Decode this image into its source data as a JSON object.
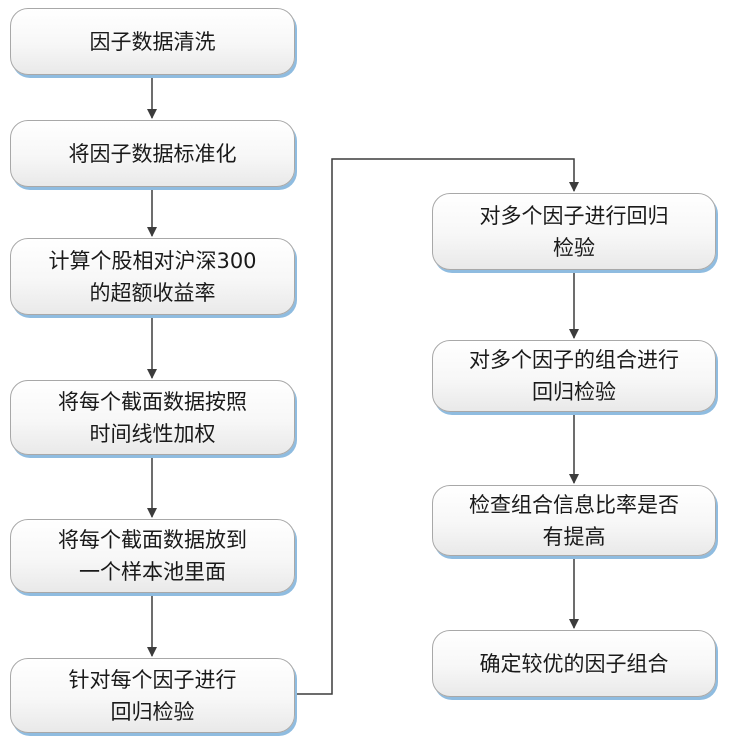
{
  "diagram": {
    "type": "flowchart",
    "left_column": [
      {
        "id": "n1",
        "label": "因子数据清洗"
      },
      {
        "id": "n2",
        "label": "将因子数据标准化"
      },
      {
        "id": "n3",
        "label": "计算个股相对沪深300\n的超额收益率"
      },
      {
        "id": "n4",
        "label": "将每个截面数据按照\n时间线性加权"
      },
      {
        "id": "n5",
        "label": "将每个截面数据放到\n一个样本池里面"
      },
      {
        "id": "n6",
        "label": "针对每个因子进行\n回归检验"
      }
    ],
    "right_column": [
      {
        "id": "n7",
        "label": "对多个因子进行回归\n检验"
      },
      {
        "id": "n8",
        "label": "对多个因子的组合进行\n回归检验"
      },
      {
        "id": "n9",
        "label": "检查组合信息比率是否\n有提高"
      },
      {
        "id": "n10",
        "label": "确定较优的因子组合"
      }
    ],
    "edges": [
      {
        "from": "n1",
        "to": "n2"
      },
      {
        "from": "n2",
        "to": "n3"
      },
      {
        "from": "n3",
        "to": "n4"
      },
      {
        "from": "n4",
        "to": "n5"
      },
      {
        "from": "n5",
        "to": "n6"
      },
      {
        "from": "n6",
        "to": "n7"
      },
      {
        "from": "n7",
        "to": "n8"
      },
      {
        "from": "n8",
        "to": "n9"
      },
      {
        "from": "n9",
        "to": "n10"
      }
    ],
    "colors": {
      "line": "#3c3c3c",
      "box_border": "#a8a8a8",
      "box_shadow": "#8fbce0",
      "text": "#1a1a1a"
    }
  }
}
